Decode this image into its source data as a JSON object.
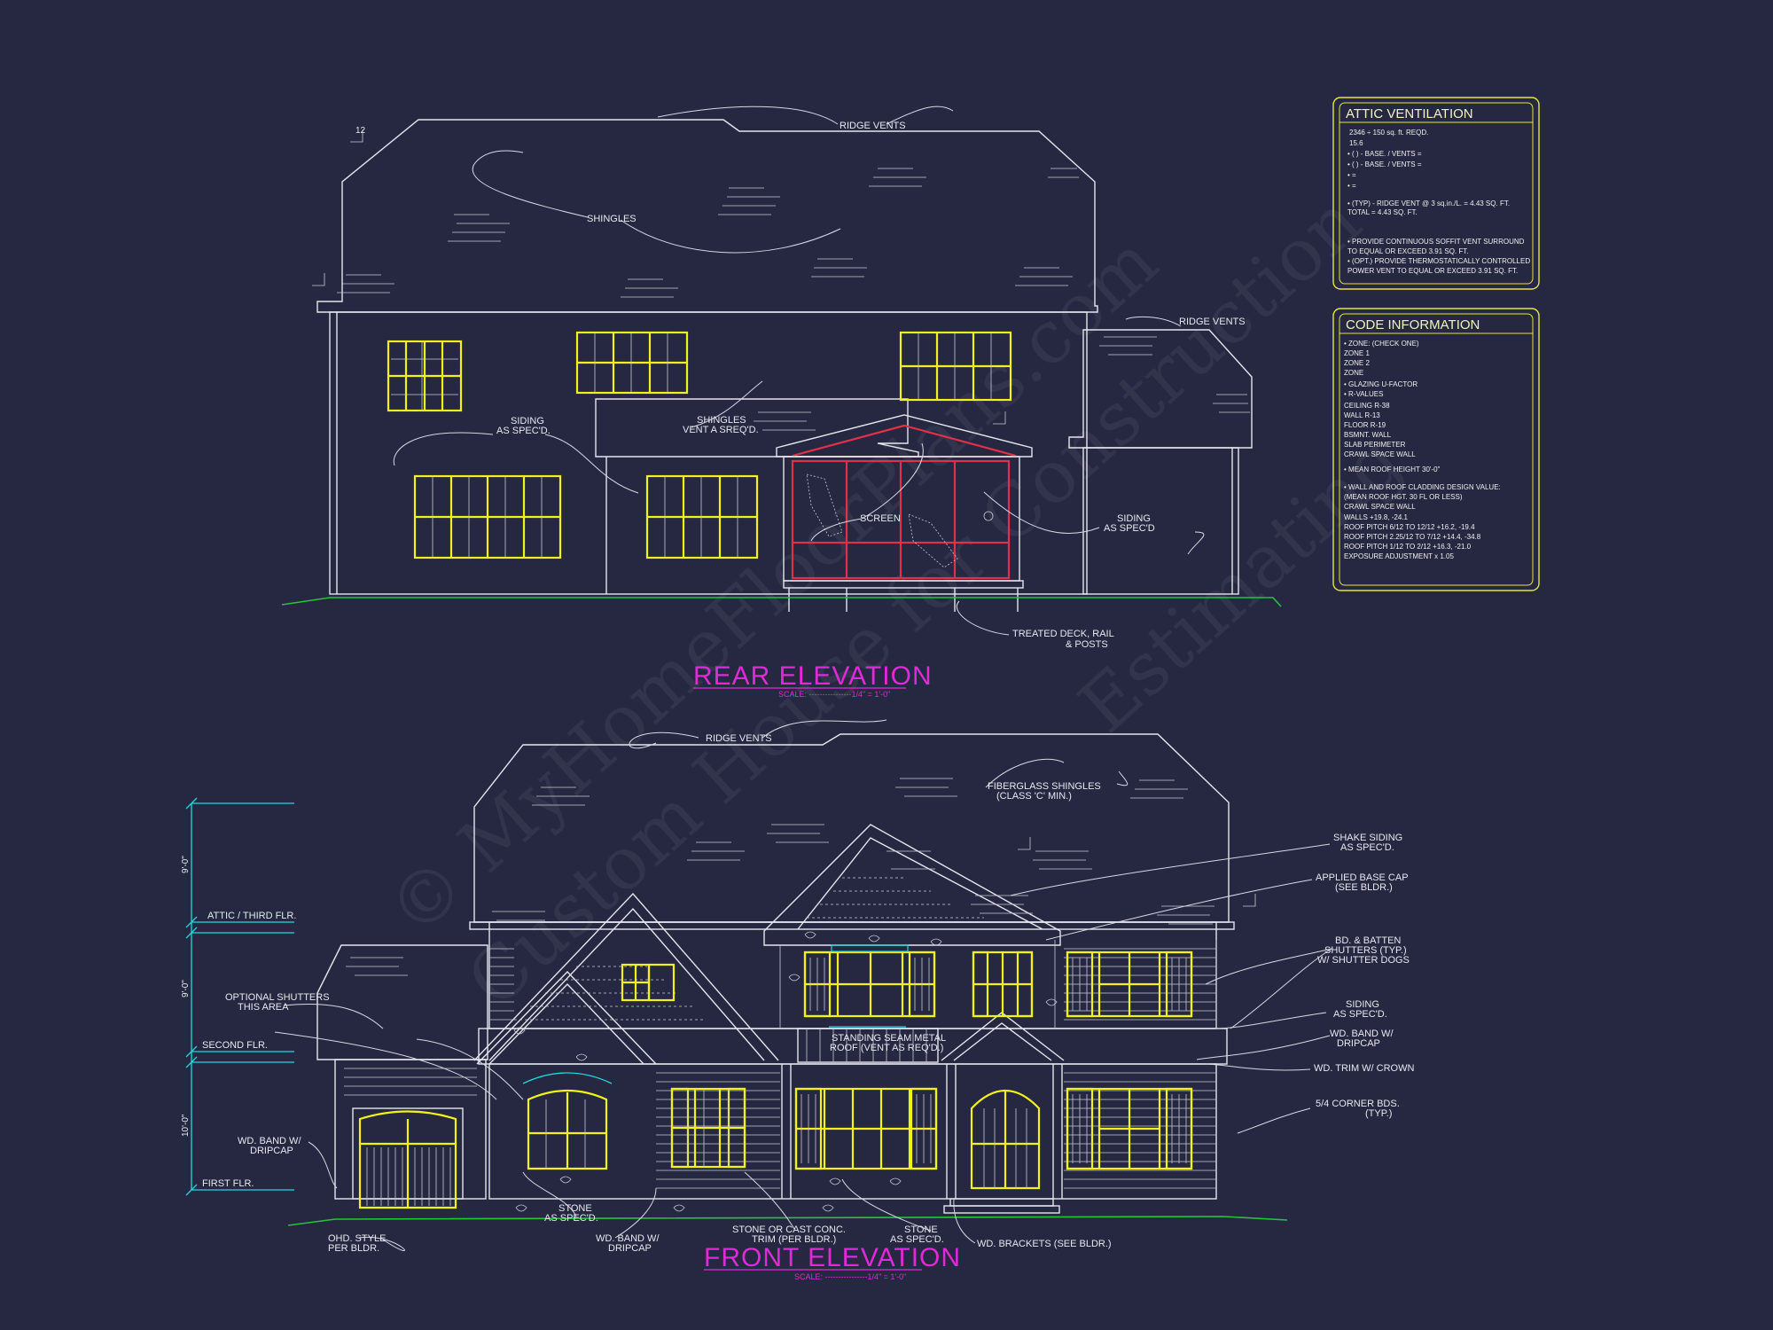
{
  "watermark": {
    "line1": "© MyHomeFloorPlans.com",
    "line2": "Custom House for Construction",
    "line3": "Estimating"
  },
  "rear_elevation": {
    "title": "REAR ELEVATION",
    "scale": "SCALE: ----------------1/4\" = 1'-0\"",
    "notes": {
      "ridge_vents_1": "RIDGE VENTS",
      "ridge_vents_2": "RIDGE VENTS",
      "shingles": "SHINGLES",
      "siding_1a": "SIDING",
      "siding_1b": "AS SPEC'D.",
      "shingles_vent_a": "SHINGLES",
      "shingles_vent_b": "VENT A SREQ'D.",
      "screen": "SCREEN",
      "siding_2a": "SIDING",
      "siding_2b": "AS SPEC'D",
      "deck_a": "TREATED DECK, RAIL",
      "deck_b": "& POSTS"
    },
    "pitch": "12"
  },
  "front_elevation": {
    "title": "FRONT ELEVATION",
    "scale": "SCALE: ----------------1/4\" = 1'-0\"",
    "notes": {
      "ridge_vents": "RIDGE VENTS",
      "fiberglass_a": "FIBERGLASS SHINGLES",
      "fiberglass_b": "(CLASS 'C' MIN.)",
      "shake_a": "SHAKE SIDING",
      "shake_b": "AS SPEC'D.",
      "base_cap_a": "APPLIED BASE CAP",
      "base_cap_b": "(SEE BLDR.)",
      "batten_a": "BD. & BATTEN",
      "batten_b": "SHUTTERS (TYP.)",
      "batten_c": "W/ SHUTTER DOGS",
      "siding_a": "SIDING",
      "siding_b": "AS SPEC'D.",
      "band_a": "WD. BAND W/",
      "band_b": "DRIPCAP",
      "trim_crown": "WD. TRIM W/ CROWN",
      "corner_a": "5/4 CORNER BDS.",
      "corner_b": "(TYP.)",
      "optional_a": "OPTIONAL SHUTTERS",
      "optional_b": "THIS AREA",
      "metal_a": "STANDING SEAM METAL",
      "metal_b": "ROOF (VENT AS REQ'D.)",
      "left_band_a": "WD. BAND W/",
      "left_band_b": "DRIPCAP",
      "ohd_a": "OHD. STYLE",
      "ohd_b": "PER BLDR.",
      "stone_a": "STONE",
      "stone_b": "AS SPEC'D.",
      "band2_a": "WD. BAND W/",
      "band2_b": "DRIPCAP",
      "cast_a": "STONE OR CAST CONC.",
      "cast_b": "TRIM (PER BLDR.)",
      "stone2_a": "STONE",
      "stone2_b": "AS SPEC'D.",
      "brackets": "WD. BRACKETS (SEE BLDR.)"
    },
    "levels": {
      "attic": "ATTIC / THIRD FLR.",
      "second": "SECOND FLR.",
      "first": "FIRST FLR."
    },
    "dims": {
      "top": "9'-0\"",
      "mid": "9'-0\"",
      "bottom": "10'-0\""
    }
  },
  "attic_ventilation": {
    "title": "ATTIC VENTILATION",
    "lines": [
      "2346 ÷ 150 sq. ft. REQD.",
      "15.6",
      "• (   ) -          BASE.   /   VENTS =",
      "• (   ) -          BASE.   /   VENTS =",
      "•                                       =",
      "•                                       =",
      "• (TYP) - RIDGE VENT @ 3 sq.in./L. = 4.43 SQ. FT.",
      "                                    TOTAL      = 4.43 SQ. FT.",
      "",
      "• PROVIDE CONTINUOUS SOFFIT VENT SURROUND",
      "   TO EQUAL OR EXCEED 3.91 SQ. FT.",
      "• (OPT.) PROVIDE THERMOSTATICALLY CONTROLLED",
      "   POWER VENT TO EQUAL OR EXCEED 3.91 SQ. FT."
    ]
  },
  "code_information": {
    "title": "CODE INFORMATION",
    "lines": [
      "• ZONE: (CHECK ONE)",
      "      ZONE 1",
      "      ZONE 2",
      "      ZONE",
      "• GLAZING U-FACTOR",
      "• R-VALUES",
      "      CEILING          R-38",
      "      WALL              R-13",
      "      FLOOR            R-19",
      "      BSMNT. WALL",
      "      SLAB PERIMETER",
      "      CRAWL SPACE WALL",
      "• MEAN ROOF HEIGHT   30'-0\"",
      "",
      "• WALL AND ROOF CLADDING DESIGN VALUE:",
      "  (MEAN ROOF HGT. 30 FL OR LESS)",
      "      CRAWL SPACE WALL",
      "      WALLS                        +19.8, -24.1",
      "      ROOF PITCH 6/12 TO 12/12   +16.2, -19.4",
      "      ROOF PITCH 2.25/12 TO 7/12 +14.4, -34.8",
      "      ROOF PITCH 1/12 TO 2/12   +16.3, -21.0",
      "      EXPOSURE ADJUSTMENT       x 1.05"
    ]
  },
  "colors": {
    "background": "#252840",
    "linework": "#e6e6ee",
    "windows": "#f2f21a",
    "titles": "#e02ad8",
    "dimensions": "#22d8e0",
    "ground": "#27c43a",
    "screen_frame": "#e0304a"
  }
}
